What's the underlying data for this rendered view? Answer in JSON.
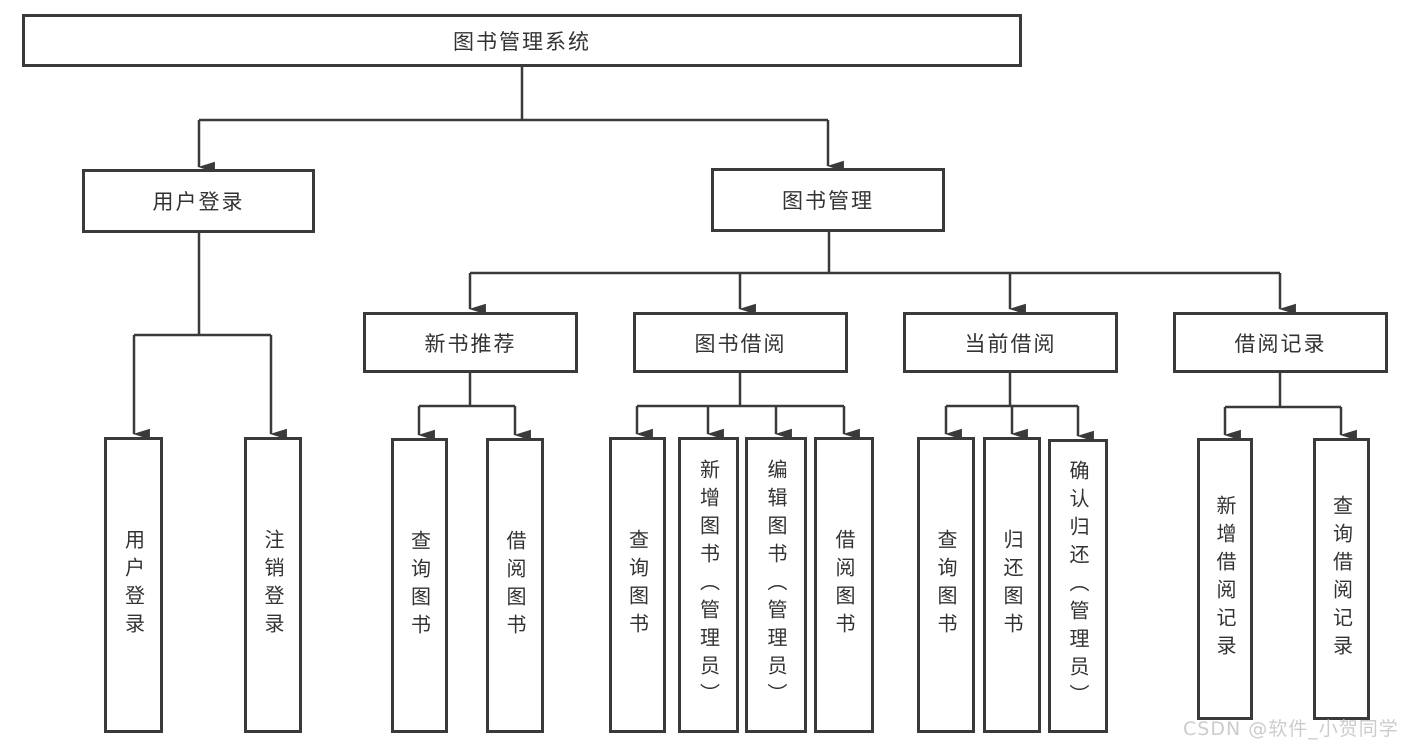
{
  "diagram": {
    "title": "图书管理系统",
    "root": {
      "label": "图书管理系统"
    },
    "level2": {
      "user_login": {
        "label": "用户登录"
      },
      "book_management": {
        "label": "图书管理"
      }
    },
    "level3": {
      "new_book_recommend": {
        "label": "新书推荐"
      },
      "book_borrow": {
        "label": "图书借阅"
      },
      "current_borrow": {
        "label": "当前借阅"
      },
      "borrow_records": {
        "label": "借阅记录"
      }
    },
    "leaves": {
      "user_login": [
        "用户登录",
        "注销登录"
      ],
      "new_book_recommend": [
        "查询图书",
        "借阅图书"
      ],
      "book_borrow": [
        "查询图书",
        "新增图书（管理员）",
        "编辑图书（管理员）",
        "借阅图书"
      ],
      "current_borrow": [
        "查询图书",
        "归还图书",
        "确认归还（管理员）"
      ],
      "borrow_records": [
        "新增借阅记录",
        "查询借阅记录"
      ]
    }
  },
  "watermark": {
    "text": "CSDN @软件_小贺同学"
  },
  "colors": {
    "line": "#3a3a3a",
    "box_border": "#3a3a3a",
    "text": "#333333",
    "background": "#ffffff",
    "watermark": "#c7c7c7"
  }
}
